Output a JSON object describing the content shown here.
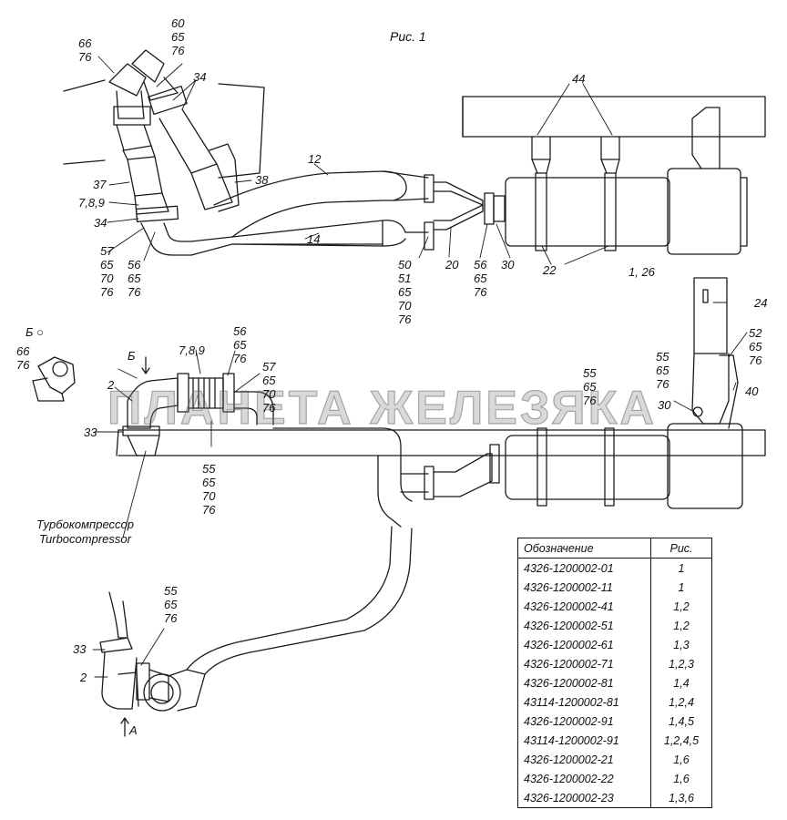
{
  "figure_title": "Рис. 1",
  "watermark": "ПЛАНЕТА ЖЕЛЕЗЯКА",
  "turbo": {
    "ru": "Турбокомпрессор",
    "en": "Turbocompressor"
  },
  "view_b": "Б",
  "arrow_b": "Б",
  "arrow_a": "А",
  "labels": {
    "l66_76_top": [
      "66",
      "76"
    ],
    "l60_65_76": [
      "60",
      "65",
      "76"
    ],
    "l34_top": "34",
    "l44": "44",
    "l12": "12",
    "l38": "38",
    "l37": "37",
    "l789_top": "7,8,9",
    "l34_left": "34",
    "l57_group": [
      "57",
      "65",
      "70",
      "76"
    ],
    "l56_group_left": [
      "56",
      "65",
      "76"
    ],
    "l14": "14",
    "l50_group": [
      "50",
      "51",
      "65",
      "70",
      "76"
    ],
    "l20": "20",
    "l56_group_mid": [
      "56",
      "65",
      "76"
    ],
    "l30_top": "30",
    "l22": "22",
    "l1_26": "1, 26",
    "l24": "24",
    "l52_group": [
      "52",
      "65",
      "76"
    ],
    "l40": "40",
    "l55_right": [
      "55",
      "65",
      "76"
    ],
    "l30_mid": "30",
    "l55_mid": [
      "55",
      "65",
      "76"
    ],
    "l66_76_view": [
      "66",
      "76"
    ],
    "l2_mid": "2",
    "l789_mid": "7,8,9",
    "l56_top_mid": [
      "56",
      "65",
      "76"
    ],
    "l57_mid": [
      "57",
      "65",
      "70",
      "76"
    ],
    "l33_mid": "33",
    "l55_center": [
      "55",
      "65",
      "70",
      "76"
    ],
    "l55_bottom": [
      "55",
      "65",
      "76"
    ],
    "l33_bottom": "33",
    "l2_bottom": "2"
  },
  "spec_table": {
    "headers": [
      "Обозначение",
      "Рис."
    ],
    "rows": [
      [
        "4326-1200002-01",
        "1"
      ],
      [
        "4326-1200002-11",
        "1"
      ],
      [
        "4326-1200002-41",
        "1,2"
      ],
      [
        "4326-1200002-51",
        "1,2"
      ],
      [
        "4326-1200002-61",
        "1,3"
      ],
      [
        "4326-1200002-71",
        "1,2,3"
      ],
      [
        "4326-1200002-81",
        "1,4"
      ],
      [
        "43114-1200002-81",
        "1,2,4"
      ],
      [
        "4326-1200002-91",
        "1,4,5"
      ],
      [
        "43114-1200002-91",
        "1,2,4,5"
      ],
      [
        "4326-1200002-21",
        "1,6"
      ],
      [
        "4326-1200002-22",
        "1,6"
      ],
      [
        "4326-1200002-23",
        "1,3,6"
      ]
    ]
  },
  "colors": {
    "line": "#1a1a1a",
    "background": "#ffffff"
  }
}
